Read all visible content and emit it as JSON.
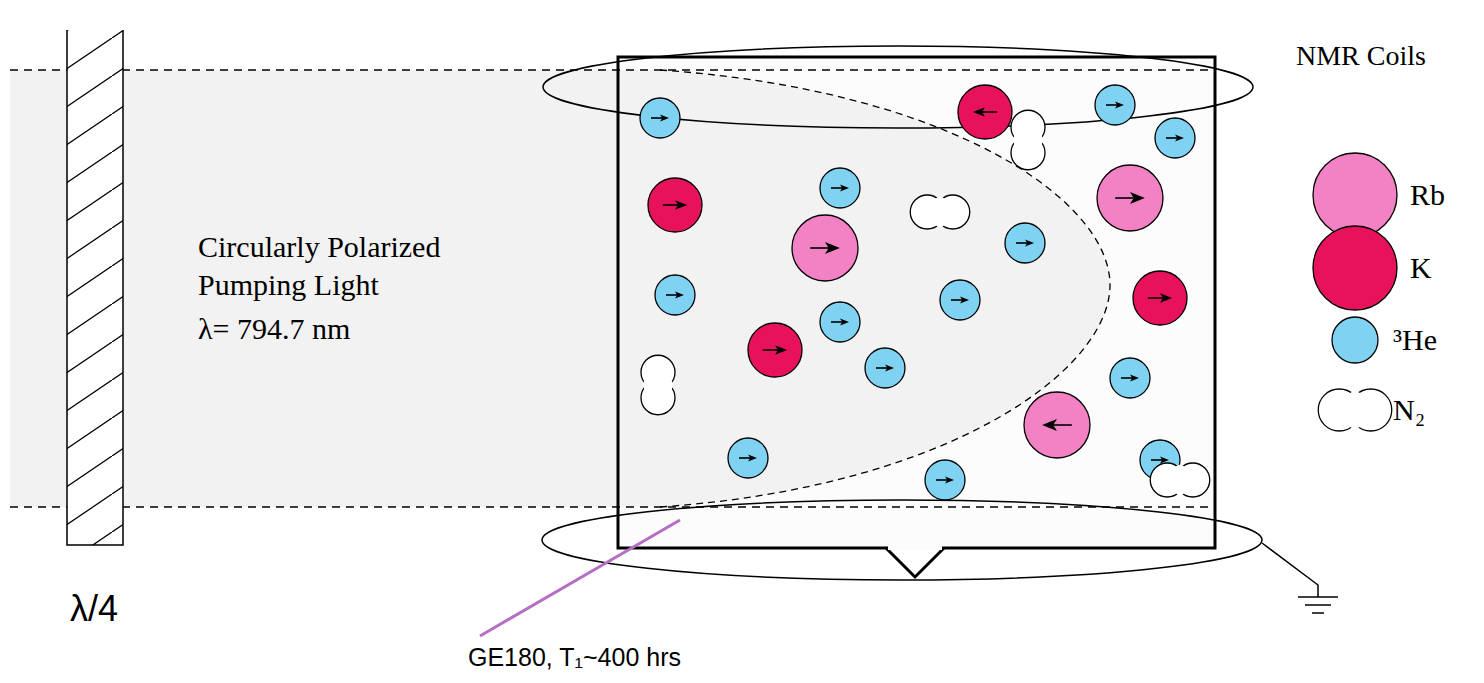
{
  "diagram": {
    "labels": [
      "Circularly Polarized Pumping Light",
      "λ= 794.7 nm",
      "NMR Coils",
      "λ/4",
      "GE180, T₁~400 hrs"
    ],
    "legend": [
      {
        "text": "Rb",
        "color": "#f282c4"
      },
      {
        "text": "K",
        "color": "#e8125c"
      },
      {
        "text": "³He",
        "color": "#7fd2f2"
      },
      {
        "text": "N₂"
      }
    ]
  }
}
